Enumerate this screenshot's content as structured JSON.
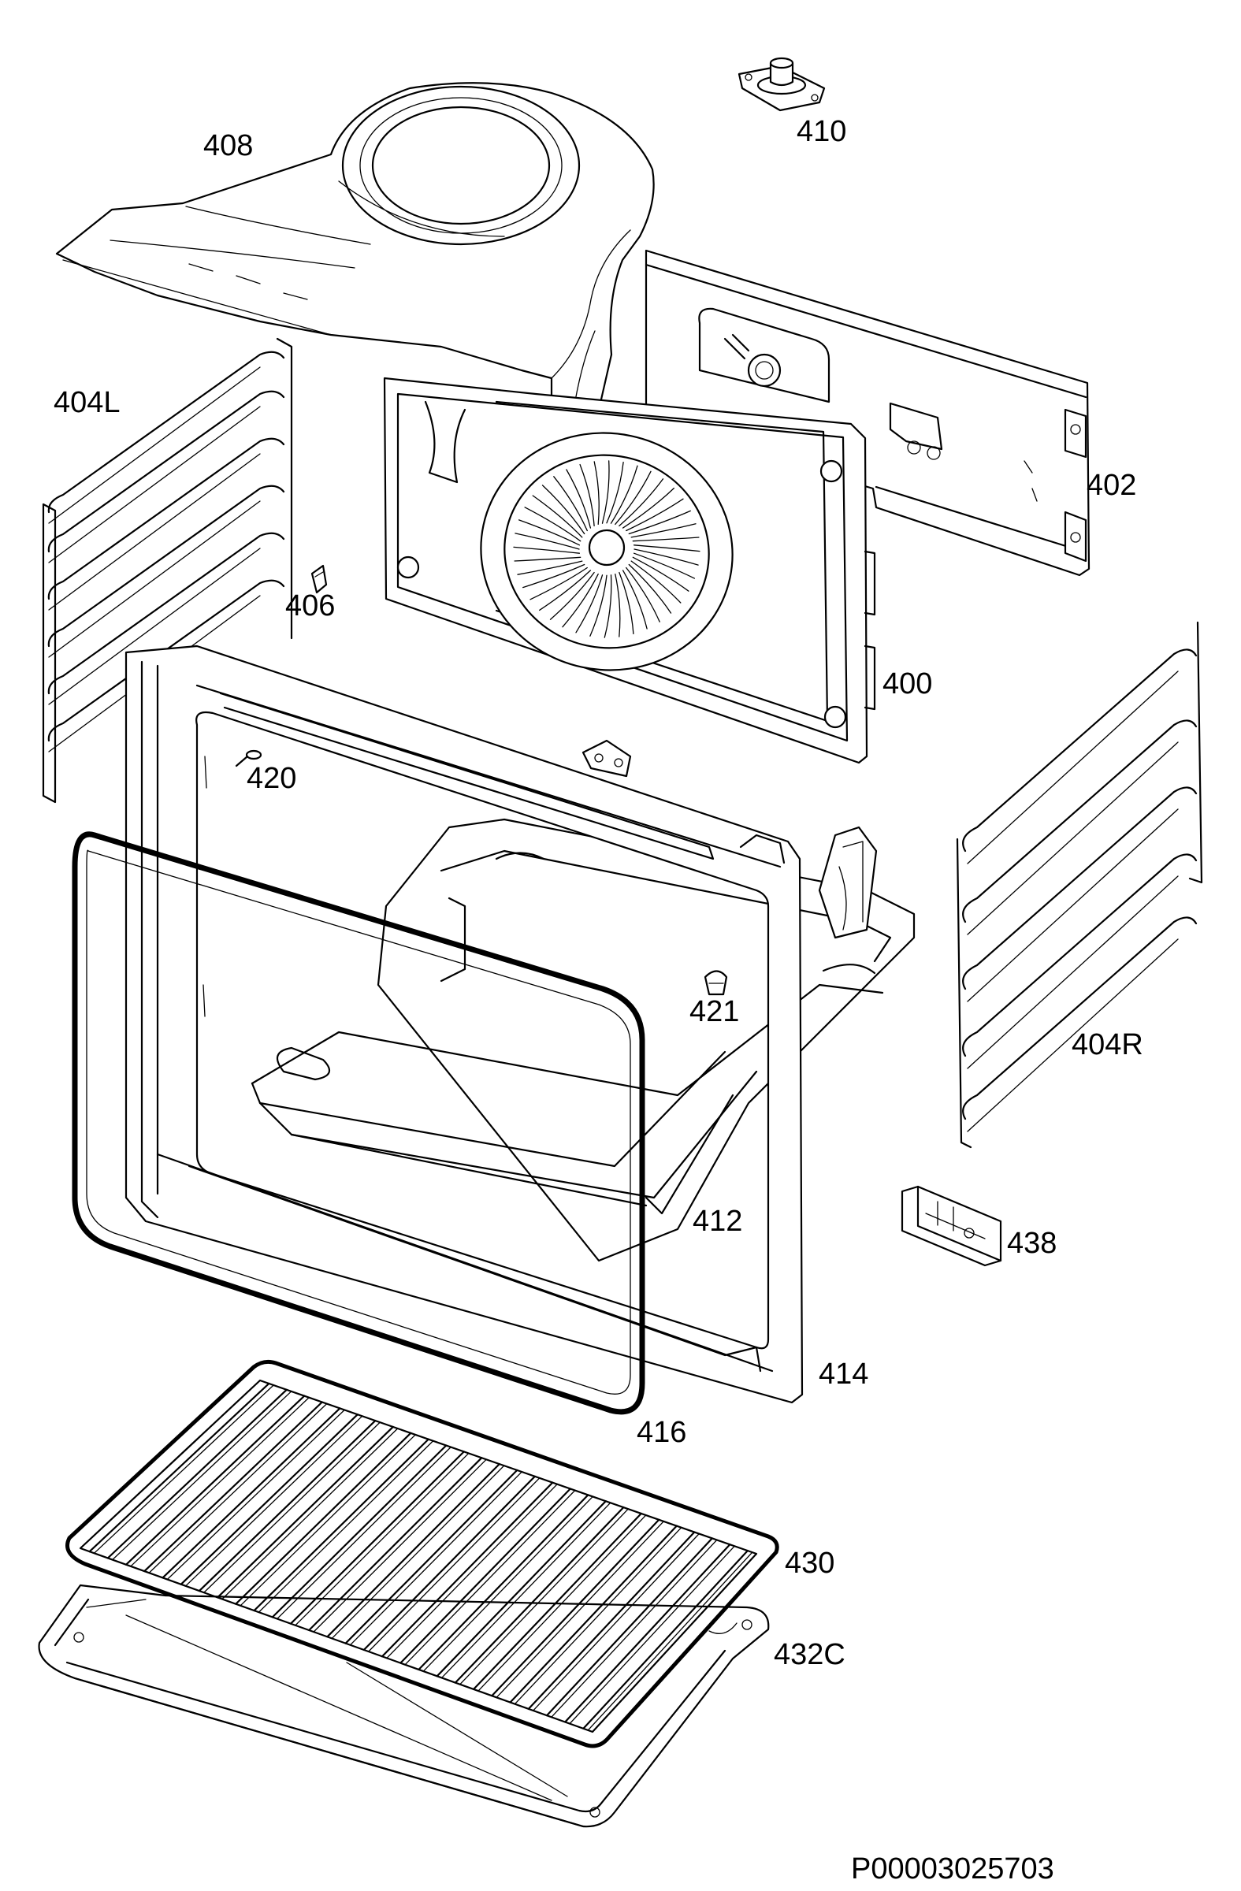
{
  "diagram": {
    "reference_code": "P00003025703",
    "parts": [
      {
        "id": "cooling-fan",
        "label": "408"
      },
      {
        "id": "motor-mount",
        "label": "410"
      },
      {
        "id": "rear-panel",
        "label": "402"
      },
      {
        "id": "shelf-support-left",
        "label": "404L"
      },
      {
        "id": "clip",
        "label": "406"
      },
      {
        "id": "fan-cover",
        "label": "400"
      },
      {
        "id": "screw",
        "label": "420"
      },
      {
        "id": "lamp",
        "label": "421"
      },
      {
        "id": "shelf-support-right",
        "label": "404R"
      },
      {
        "id": "oven-cavity",
        "label": "412"
      },
      {
        "id": "hinge-receiver",
        "label": "438"
      },
      {
        "id": "front-frame",
        "label": "414"
      },
      {
        "id": "door-seal",
        "label": "416"
      },
      {
        "id": "wire-shelf",
        "label": "430"
      },
      {
        "id": "baking-tray",
        "label": "432C"
      }
    ]
  }
}
